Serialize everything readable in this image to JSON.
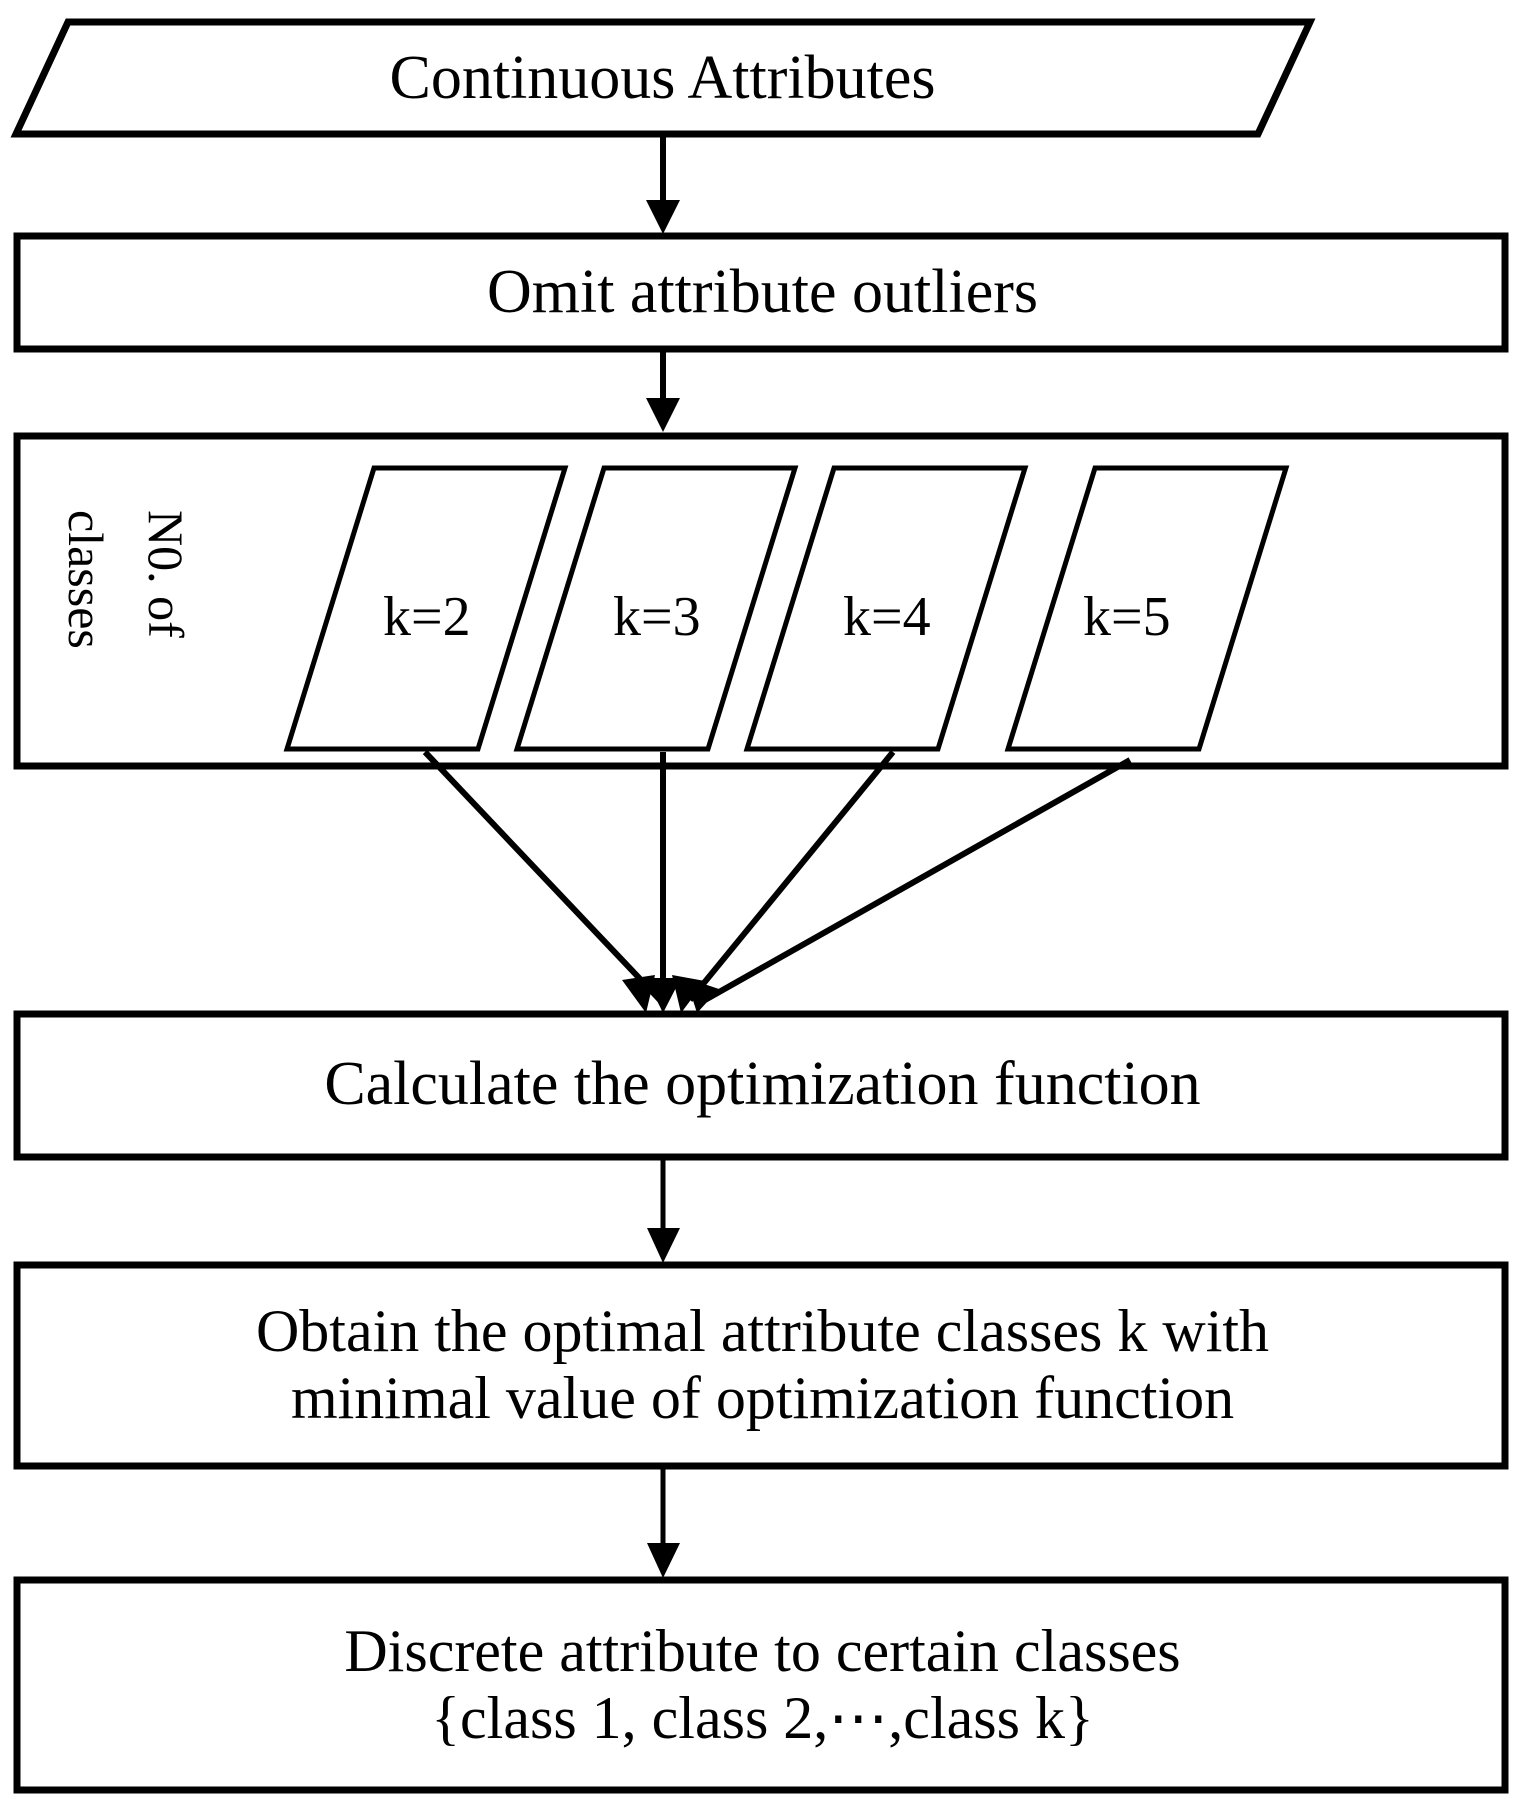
{
  "diagram": {
    "title_node": {
      "label": "Continuous Attributes",
      "shape": "parallelogram",
      "role": "input"
    },
    "steps": [
      {
        "id": "omit",
        "label": "Omit attribute outliers",
        "shape": "rectangle"
      },
      {
        "id": "calc",
        "label": "Calculate the optimization function",
        "shape": "rectangle"
      },
      {
        "id": "obtain",
        "label": "Obtain the optimal attribute classes k with\nminimal value of optimization function",
        "shape": "rectangle"
      },
      {
        "id": "discrete",
        "label": "Discrete attribute to certain classes\n{class 1, class 2,⋯,class k}",
        "shape": "rectangle"
      }
    ],
    "classes_group": {
      "side_label_line1": "N0. of",
      "side_label_line2": "classes",
      "options": [
        {
          "label": "k=2"
        },
        {
          "label": "k=3"
        },
        {
          "label": "k=4"
        },
        {
          "label": "k=5"
        }
      ]
    },
    "style": {
      "stroke": "#000000",
      "fill": "#ffffff",
      "background": "#ffffff"
    }
  }
}
